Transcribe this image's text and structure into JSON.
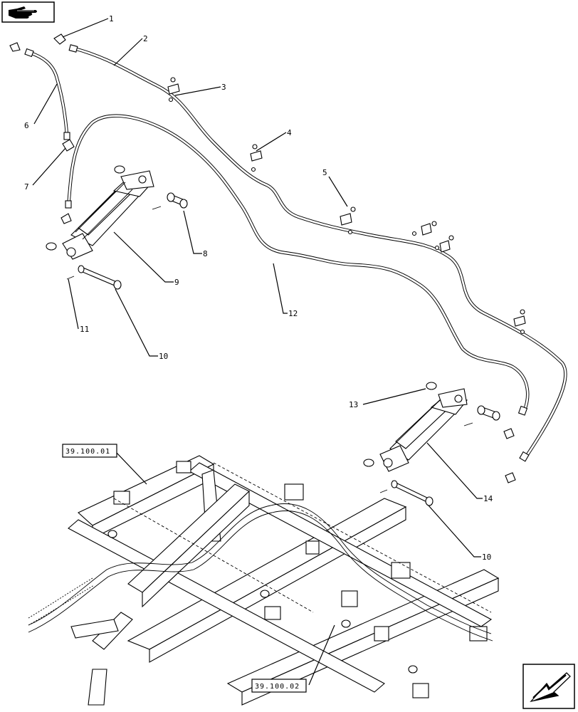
{
  "callouts": [
    "1",
    "2",
    "3",
    "4",
    "5",
    "6",
    "7",
    "8",
    "9",
    "10",
    "11",
    "12",
    "13",
    "14",
    "10"
  ],
  "references": [
    "39.100.01",
    "39.100.02"
  ],
  "nav": {
    "prev_icon": "hand-pointing-right-icon",
    "next_icon": "arrow-next-page-icon"
  },
  "colors": {
    "ink": "#000000",
    "paper": "#ffffff"
  }
}
